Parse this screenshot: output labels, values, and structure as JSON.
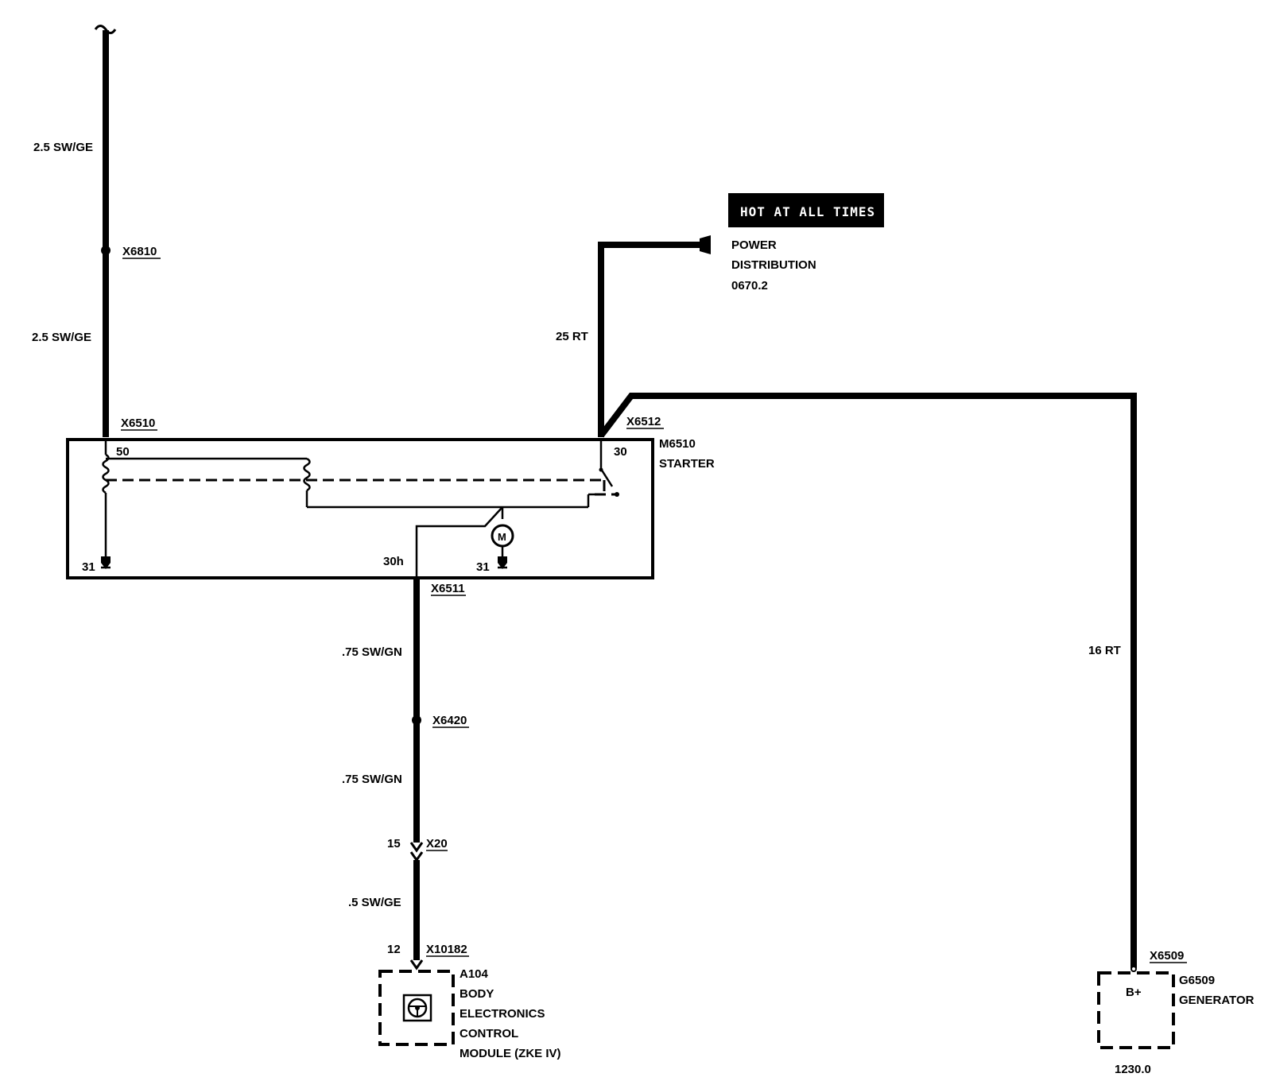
{
  "wires": {
    "top_left_1": "2.5 SW/GE",
    "top_left_2": "2.5 SW/GE",
    "power_feed": "25 RT",
    "generator_feed": "16 RT",
    "lower_1": ".75 SW/GN",
    "lower_2": ".75 SW/GN",
    "lower_3": ".5 SW/GE"
  },
  "connectors": {
    "x6810": "X6810",
    "x6510": "X6510",
    "x6512": "X6512",
    "x6511": "X6511",
    "x6420": "X6420",
    "x20": "X20",
    "x10182": "X10182",
    "x6509": "X6509"
  },
  "pins": {
    "p50": "50",
    "p30": "30",
    "p31_left": "31",
    "p30h": "30h",
    "p31_right": "31",
    "p15": "15",
    "p12": "12",
    "bplus": "B+"
  },
  "hot_banner": "HOT AT ALL TIMES",
  "power_distribution": {
    "line1": "POWER",
    "line2": "DISTRIBUTION",
    "line3": "0670.2"
  },
  "starter": {
    "id": "M6510",
    "name": "STARTER",
    "motor_letter": "M"
  },
  "body_module": {
    "id": "A104",
    "line1": "BODY",
    "line2": "ELECTRONICS",
    "line3": "CONTROL",
    "line4": "MODULE (ZKE IV)"
  },
  "generator": {
    "id": "G6509",
    "name": "GENERATOR",
    "ref": "1230.0"
  }
}
